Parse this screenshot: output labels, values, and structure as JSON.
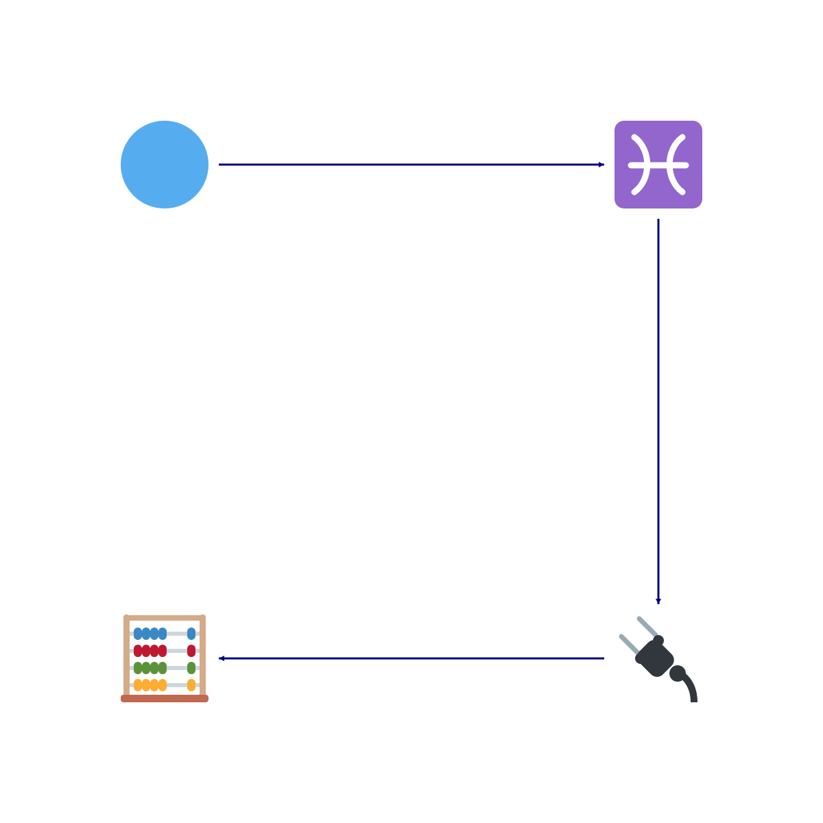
{
  "diagram": {
    "colors": {
      "background": "#ffffff",
      "edge": "#000080",
      "circle_node": "#55acee",
      "pisces_bg": "#9266cc",
      "pisces_glyph": "#ffffff",
      "plug_body": "#31373d",
      "plug_prongs": "#99aab5",
      "abacus_frame": "#d4ab88",
      "abacus_base": "#c1694f",
      "abacus_rods": "#ccd6dd",
      "abacus_beads": [
        "#3b88c3",
        "#be1931",
        "#5c913b",
        "#ffac33"
      ]
    },
    "nodes": [
      {
        "id": "circle",
        "icon": "blue-circle-icon"
      },
      {
        "id": "pisces",
        "icon": "pisces-icon"
      },
      {
        "id": "plug",
        "icon": "electric-plug-icon"
      },
      {
        "id": "abacus",
        "icon": "abacus-icon"
      }
    ],
    "edges": [
      {
        "from": "circle",
        "to": "pisces"
      },
      {
        "from": "pisces",
        "to": "plug"
      },
      {
        "from": "plug",
        "to": "abacus"
      }
    ]
  }
}
